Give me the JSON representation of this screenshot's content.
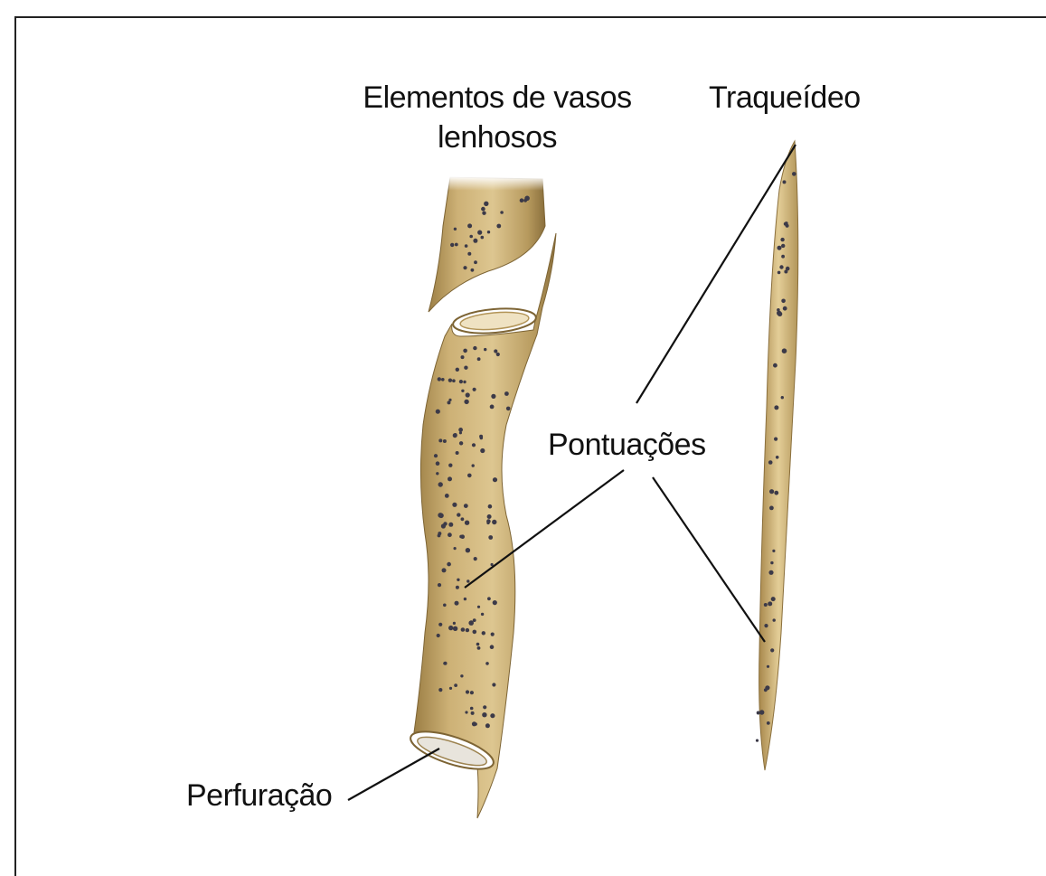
{
  "labels": {
    "vessel_line1": "Elementos de vasos",
    "vessel_line2": "lenhosos",
    "tracheid": "Traqueídeo",
    "pits": "Pontuações",
    "perforation": "Perfuração"
  },
  "colors": {
    "cell_fill": "#c9ad72",
    "cell_highlight": "#e6d3a2",
    "cell_shadow": "#8a6f3c",
    "pit_dot": "#3c3a48",
    "leader_line": "#111111",
    "frame": "#222222"
  }
}
